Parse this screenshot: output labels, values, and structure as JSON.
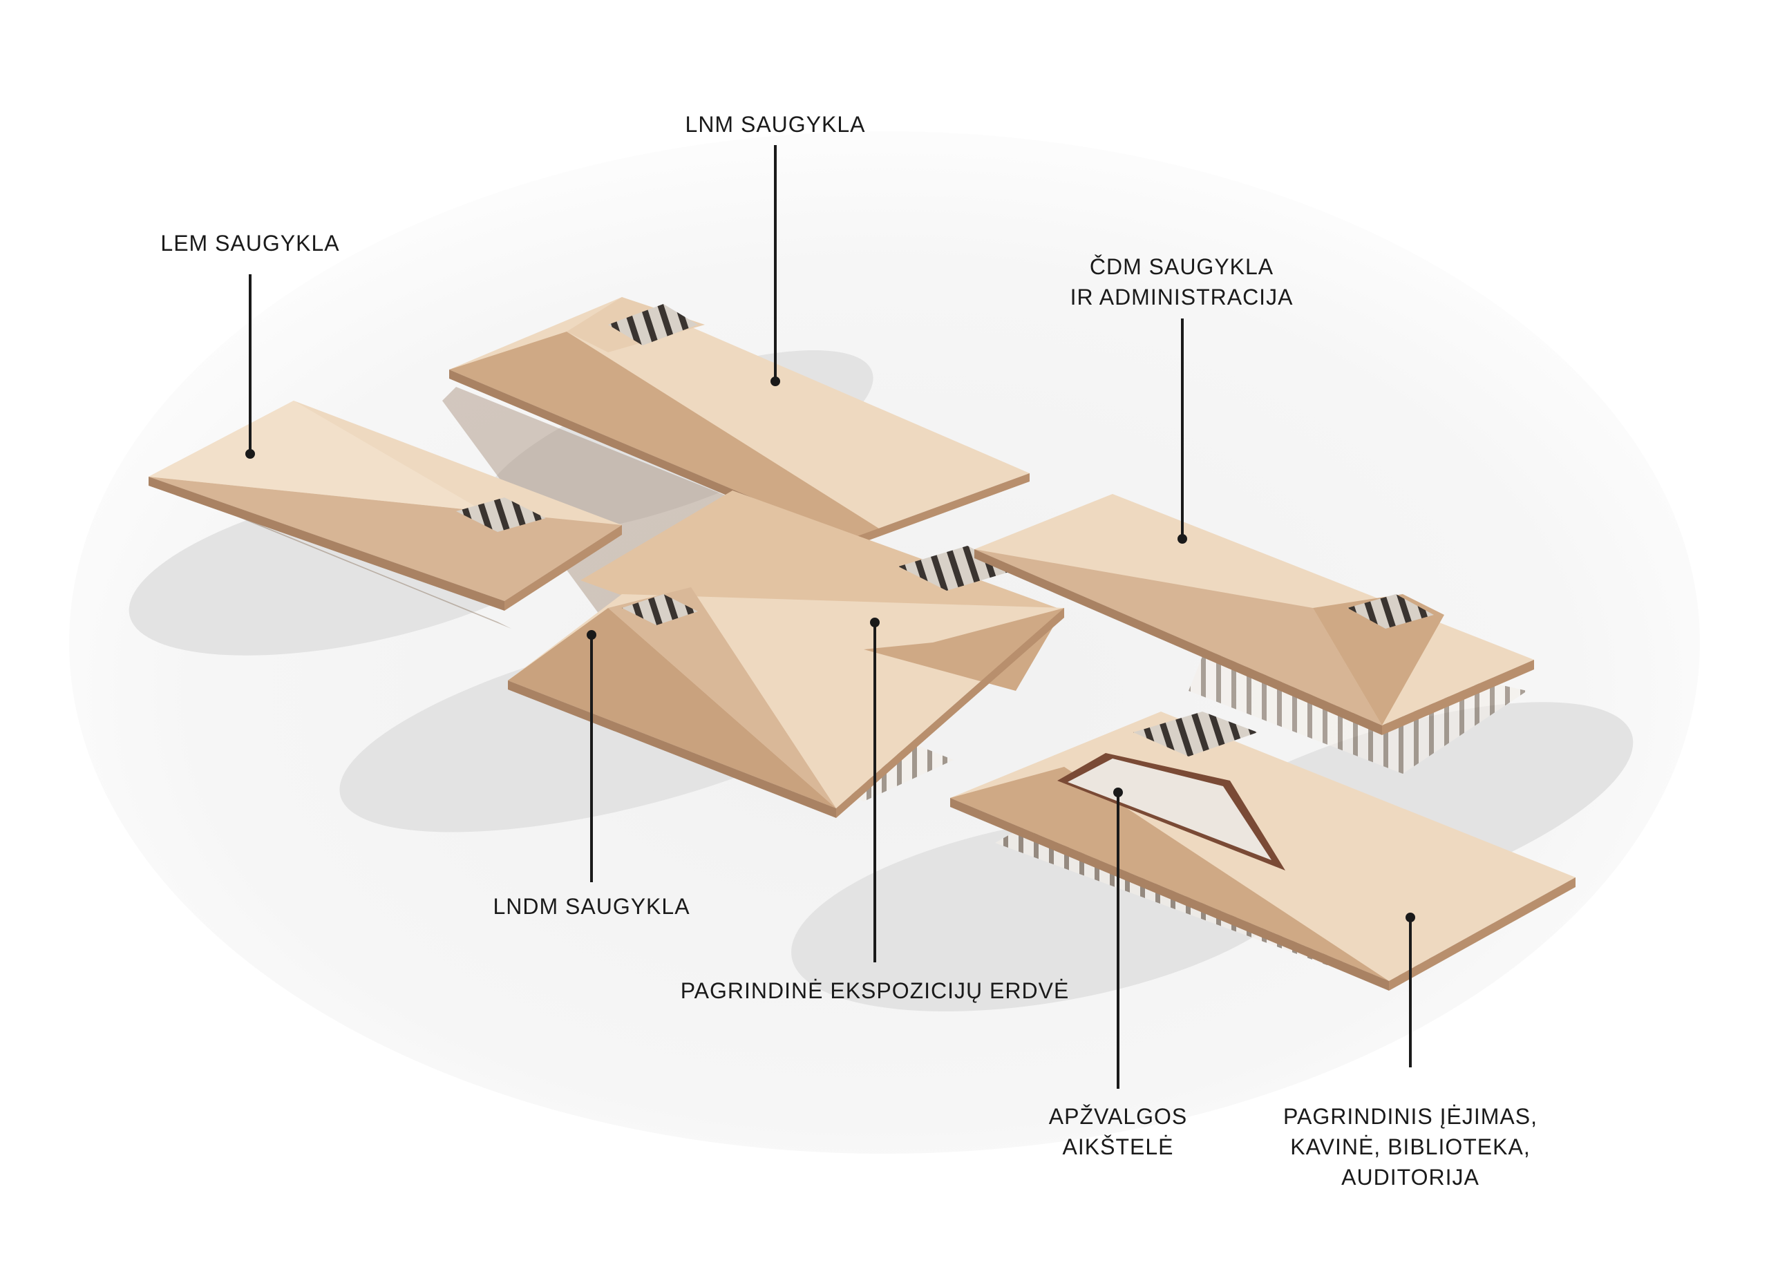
{
  "labels": {
    "lnm": [
      "LNM SAUGYKLA"
    ],
    "lem": [
      "LEM SAUGYKLA"
    ],
    "cdm": [
      "ČDM SAUGYKLA",
      "IR ADMINISTRACIJA"
    ],
    "lndm": [
      "LNDM SAUGYKLA"
    ],
    "ekspozicija": [
      "PAGRINDINĖ EKSPOZICIJŲ ERDVĖ"
    ],
    "apzvalga": [
      "APŽVALGOS",
      "AIKŠTELĖ"
    ],
    "iejimas": [
      "PAGRINDINIS ĮĖJIMAS,",
      "KAVINĖ, BIBLIOTEKA,",
      "AUDITORIJA"
    ]
  },
  "colors": {
    "roof_light": "#eed9c0",
    "roof_mid": "#e2c3a2",
    "roof_dark": "#cfa985",
    "edge": "#a98263",
    "leader": "#1a1a1a",
    "shadow": "#e6e6e6"
  }
}
